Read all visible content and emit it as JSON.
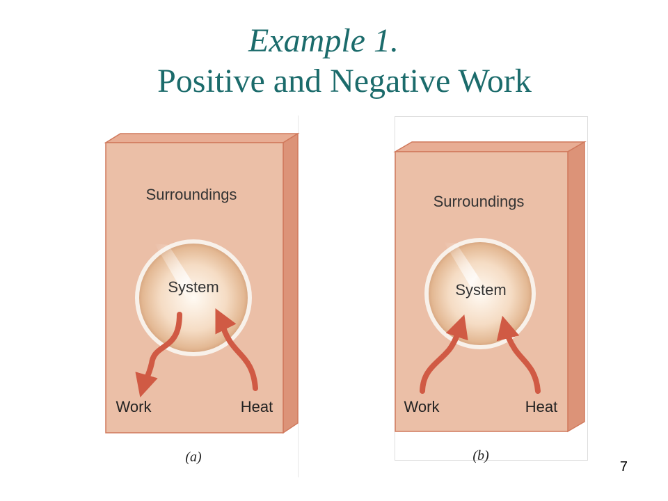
{
  "title": {
    "line1": "Example 1.",
    "line2": "Positive and Negative Work"
  },
  "panels": [
    {
      "surroundings": "Surroundings",
      "system": "System",
      "work": "Work",
      "heat": "Heat",
      "caption": "(a)"
    },
    {
      "surroundings": "Surroundings",
      "system": "System",
      "work": "Work",
      "heat": "Heat",
      "caption": "(b)"
    }
  ],
  "page_number": "7",
  "colors": {
    "title": "#1b6b6b",
    "box_front": "#ebbfa7",
    "box_side": "#dc9378",
    "box_top": "#e8ad94",
    "box_edge": "#d0795c",
    "arrow": "#d05a44"
  }
}
